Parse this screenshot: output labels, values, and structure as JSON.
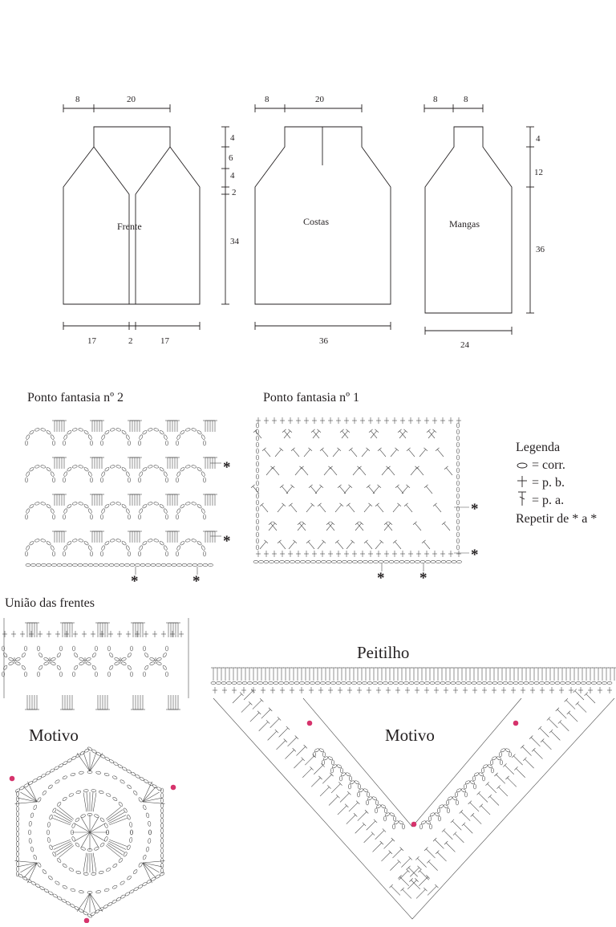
{
  "pieces": {
    "frente": {
      "label": "Frente",
      "top_widths": [
        "8",
        "20"
      ],
      "heights": [
        "4",
        "6",
        "4",
        "2",
        "34"
      ],
      "bottom_widths": [
        "17",
        "2",
        "17"
      ]
    },
    "costas": {
      "label": "Costas",
      "top_widths": [
        "8",
        "20"
      ],
      "bottom_widths": [
        "36"
      ]
    },
    "mangas": {
      "label": "Mangas",
      "top_widths": [
        "8",
        "8"
      ],
      "heights": [
        "4",
        "12",
        "36"
      ],
      "bottom_widths": [
        "24"
      ]
    }
  },
  "charts": {
    "ponto2": {
      "title": "Ponto fantasia nº 2",
      "repeat_marker": "*"
    },
    "ponto1": {
      "title": "Ponto fantasia nº 1",
      "repeat_marker": "*"
    },
    "uniao": {
      "title": "União das frentes"
    },
    "peitilho": {
      "title": "Peitilho",
      "inner_label": "Motivo"
    },
    "motivo": {
      "title": "Motivo",
      "marker_color": "#d6336c"
    }
  },
  "legend": {
    "title": "Legenda",
    "items": [
      {
        "symbol": "chain-oval-icon",
        "text": "= corr."
      },
      {
        "symbol": "single-crochet-cross-icon",
        "text": "= p. b."
      },
      {
        "symbol": "double-crochet-t-icon",
        "text": "= p. a."
      }
    ],
    "repeat": "Repetir de * a *"
  }
}
